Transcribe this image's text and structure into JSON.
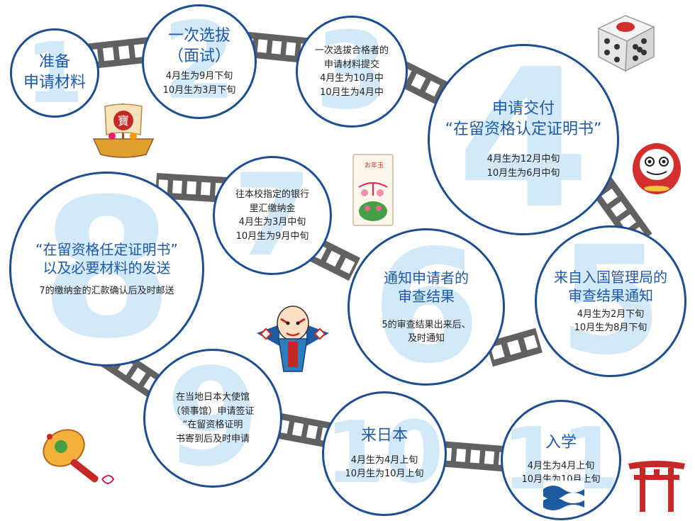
{
  "steps": [
    {
      "number": "1",
      "title": "准备\n申请材料",
      "detail": ""
    },
    {
      "number": "2",
      "title": "一次选拔\n（面试）",
      "detail": "4月生为9月下旬\n10月生为3月下旬"
    },
    {
      "number": "3",
      "title": "",
      "detail": "一次选拔合格者的\n申请材料提交\n4月生为10月中\n10月生为4月中"
    },
    {
      "number": "4",
      "title": "申请交付\n“在留资格认定证明书”",
      "detail": "4月生为12月中旬\n10月生为6月中旬"
    },
    {
      "number": "5",
      "title": "来自入国管理局的\n审查结果通知",
      "detail": "4月生为2月下旬\n10月生为8月下旬"
    },
    {
      "number": "6",
      "title": "通知申请者的\n审查结果",
      "detail": "5的审查结果出来后、\n及时通知"
    },
    {
      "number": "7",
      "title": "",
      "detail": "往本校指定的银行\n里汇缴纳金\n4月生为3月中旬\n10月生为9月中旬"
    },
    {
      "number": "8",
      "title": "“在留资格任定证明书”\n以及必要材料的发送",
      "detail": "7的缴纳金的汇款确认后及时邮送"
    },
    {
      "number": "9",
      "title": "",
      "detail": "在当地日本大使馆\n（领事馆）申请签证\n“在留资格证明\n书寄到后及时申请"
    },
    {
      "number": "10",
      "title": "来日本",
      "detail": "4月生为4月上旬\n10月生为10月上旬"
    },
    {
      "number": "11",
      "title": "入学",
      "detail": "4月生为4月上旬\n10月生为10月上旬"
    }
  ],
  "decorations": {
    "treasure_ship_label": "寶",
    "envelope_label": "お年玉"
  },
  "colors": {
    "circle_border": "#1e4e92",
    "title_text": "#1f5aa8",
    "big_number": "#d3e9f8",
    "film_strip": "#616161"
  }
}
